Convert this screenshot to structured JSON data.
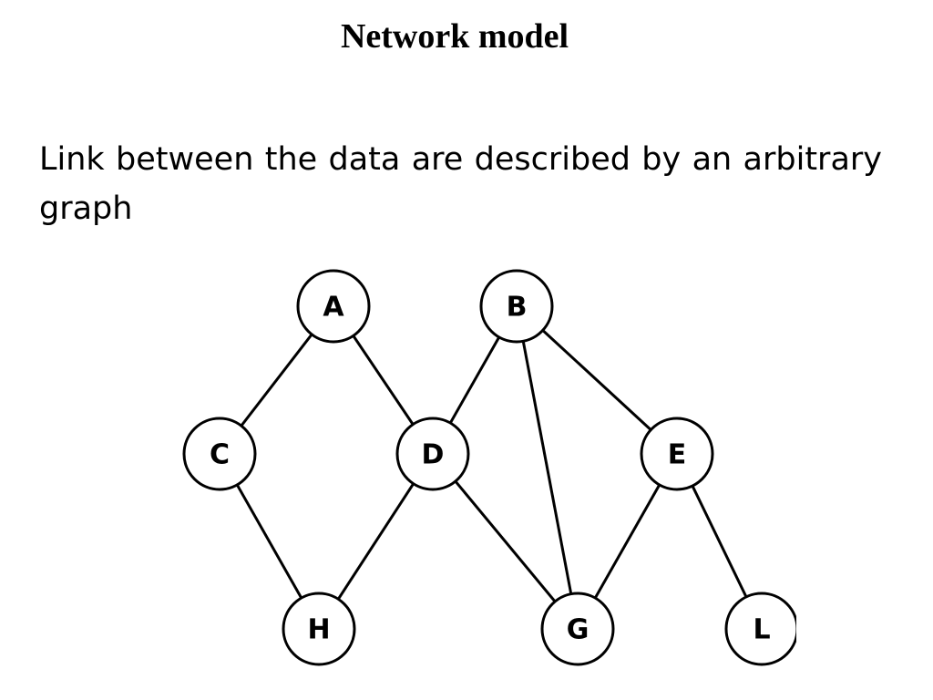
{
  "slide": {
    "title": "Network model",
    "body_text": "Link between the data are described by an arbitrary graph"
  },
  "diagram": {
    "nodes": [
      {
        "id": "A",
        "label": "A"
      },
      {
        "id": "B",
        "label": "B"
      },
      {
        "id": "C",
        "label": "C"
      },
      {
        "id": "D",
        "label": "D"
      },
      {
        "id": "E",
        "label": "E"
      },
      {
        "id": "H",
        "label": "H"
      },
      {
        "id": "G",
        "label": "G"
      },
      {
        "id": "L",
        "label": "L"
      }
    ],
    "edges": [
      [
        "A",
        "C"
      ],
      [
        "A",
        "D"
      ],
      [
        "B",
        "D"
      ],
      [
        "B",
        "G"
      ],
      [
        "B",
        "E"
      ],
      [
        "C",
        "H"
      ],
      [
        "D",
        "H"
      ],
      [
        "D",
        "G"
      ],
      [
        "E",
        "G"
      ],
      [
        "E",
        "L"
      ]
    ],
    "colors": {
      "stroke": "#000000",
      "fill": "#ffffff"
    }
  }
}
